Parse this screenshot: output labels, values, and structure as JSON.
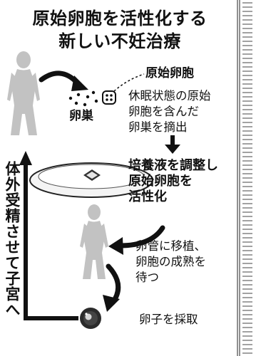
{
  "title": {
    "line1": "原始卵胞を活性化する",
    "line2": "新しい不妊治療"
  },
  "labels": {
    "primordial_follicle": "原始卵胞",
    "ovary": "卵巣"
  },
  "steps": [
    {
      "lines": [
        "休眠状態の原始",
        "卵胞を含んだ",
        "卵巣を摘出"
      ]
    },
    {
      "lines": [
        "培養液を調整し",
        "原始卵胞を",
        "活性化"
      ]
    },
    {
      "lines": [
        "卵管に移植、",
        "卵胞の成熟を",
        "待つ"
      ]
    },
    {
      "lines": [
        "卵子を採取"
      ]
    }
  ],
  "side_text": "体外受精させて子宮へ",
  "colors": {
    "ink": "#111111",
    "figure": "#b9b9b9",
    "ovum": "#2b2b2b"
  }
}
